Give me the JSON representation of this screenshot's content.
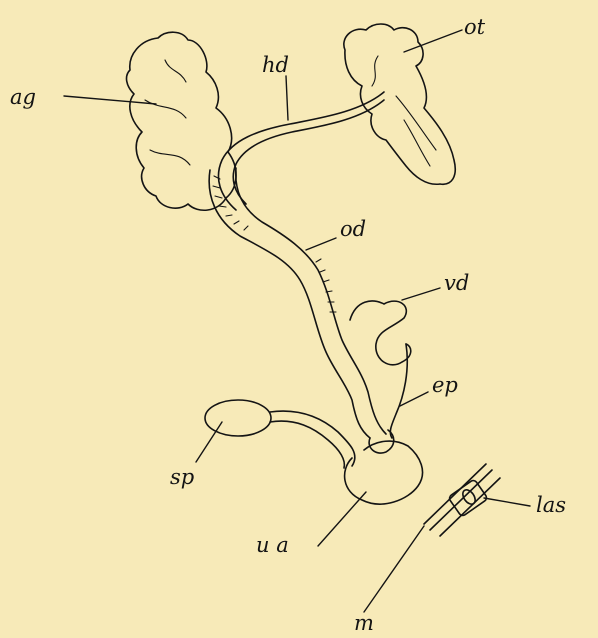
{
  "figure": {
    "background": "#f7eab8",
    "ink": "#141414"
  },
  "labels": {
    "ag": "ag",
    "ot": "ot",
    "hd": "hd",
    "od": "od",
    "vd": "vd",
    "ep": "ep",
    "sp": "sp",
    "ua": "u a",
    "las": "las",
    "m": "m"
  }
}
